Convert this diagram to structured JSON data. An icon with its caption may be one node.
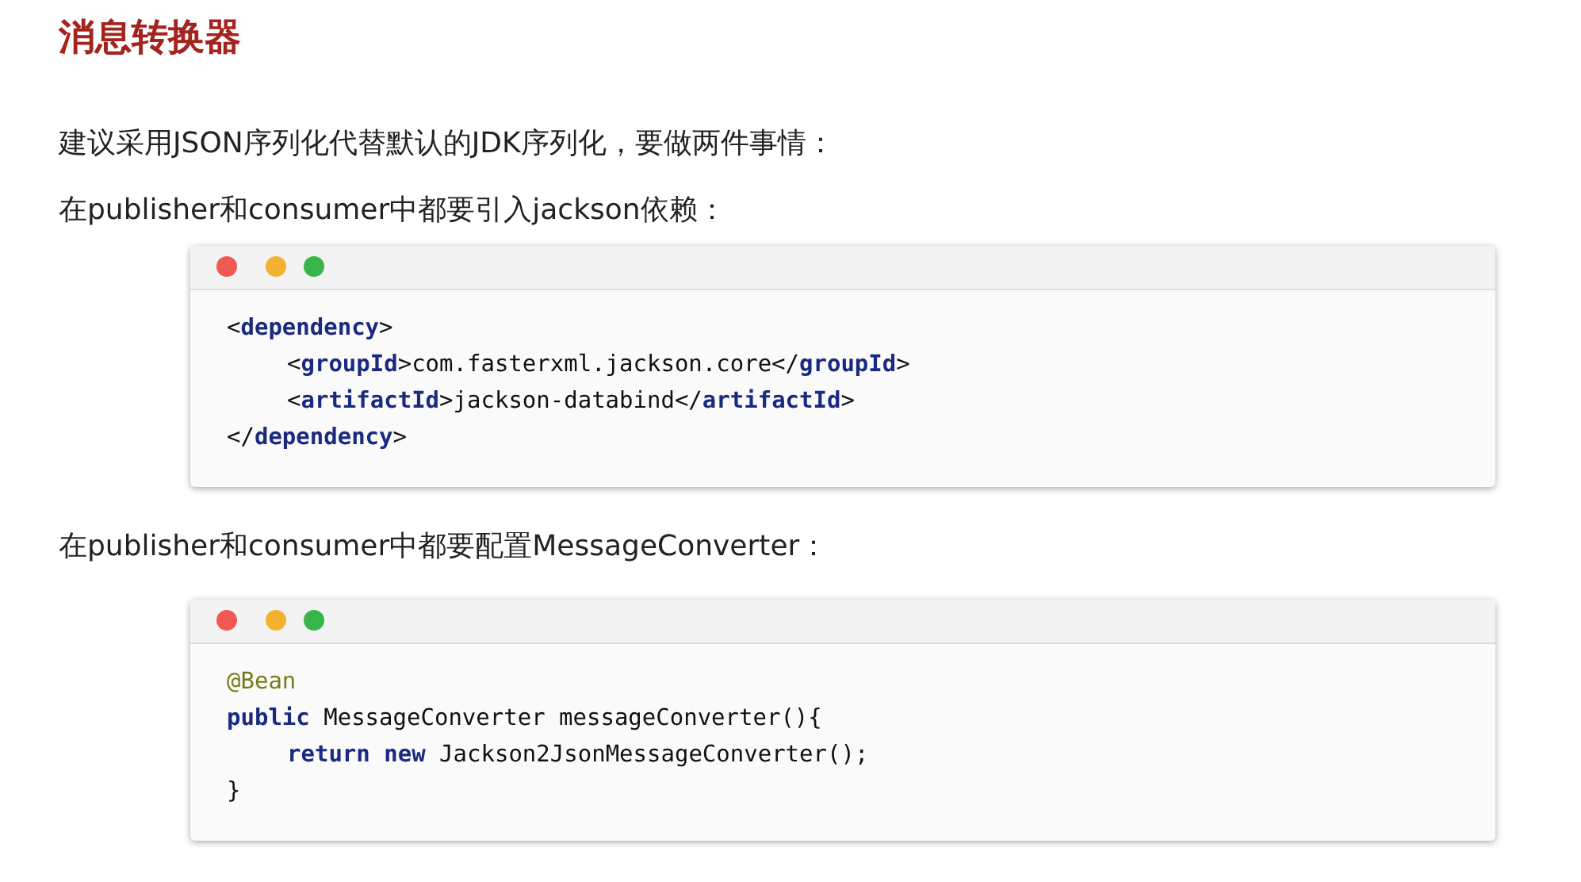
{
  "diagram": {
    "title": "消息转换器",
    "nodes": [
      {
        "text": [
          "<**dependency**>",
          "<**groupId**>com.fasterxml.jackson.core</**groupId**>",
          "<**artifactId**>jackson-databind</**artifactId**>",
          "</**dependency**>"
        ]
      },
      {
        "text": [
          "@Bean",
          "**public** MessageConverter messageConverter(){",
          "**return** **new** Jackson2JsonMessageConverter();",
          "}"
        ]
      }
    ],
    "labels": [
      "建议采用JSON序列化代替默认的JDK序列化，要做两件事情：",
      "在publisher和consumer中都要引入jackson依赖：",
      "在publisher和consumer中都要配置MessageConverter："
    ]
  }
}
